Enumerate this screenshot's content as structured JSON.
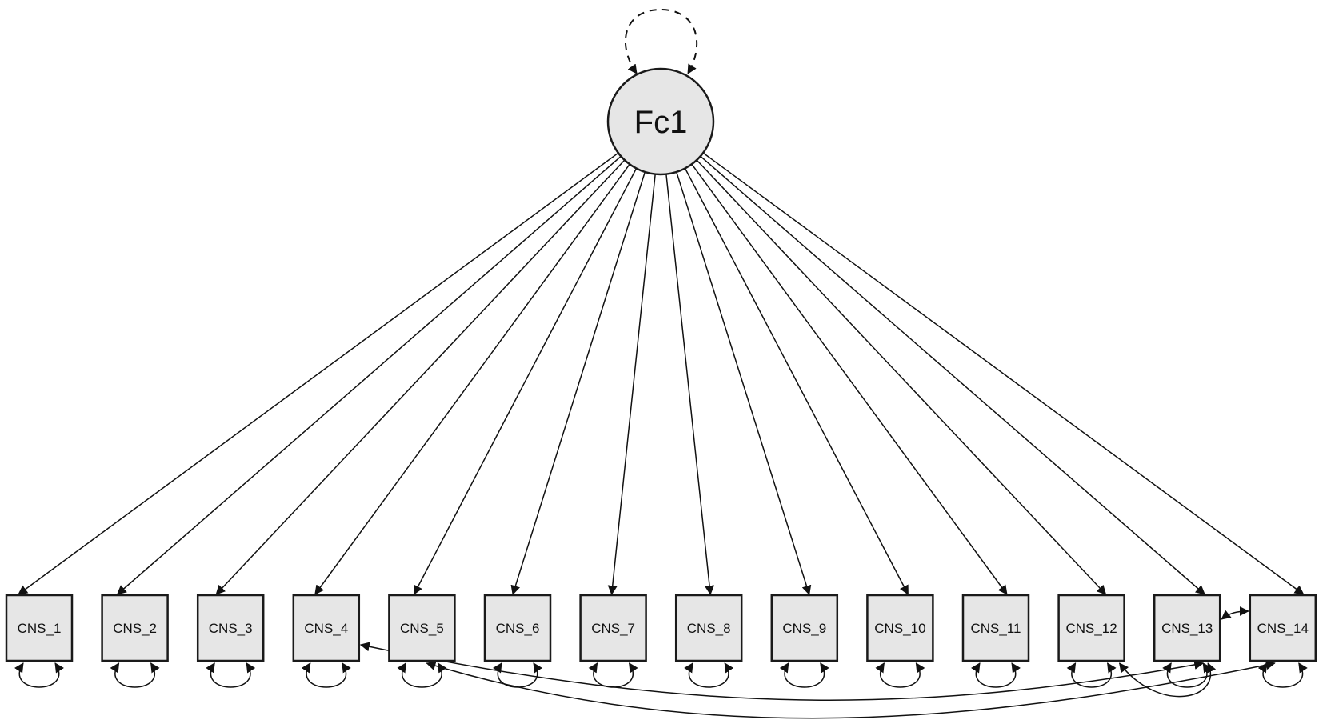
{
  "latent": {
    "label": "Fc1"
  },
  "indicators": [
    {
      "label": "CNS_1"
    },
    {
      "label": "CNS_2"
    },
    {
      "label": "CNS_3"
    },
    {
      "label": "CNS_4"
    },
    {
      "label": "CNS_5"
    },
    {
      "label": "CNS_6"
    },
    {
      "label": "CNS_7"
    },
    {
      "label": "CNS_8"
    },
    {
      "label": "CNS_9"
    },
    {
      "label": "CNS_10"
    },
    {
      "label": "CNS_11"
    },
    {
      "label": "CNS_12"
    },
    {
      "label": "CNS_13"
    },
    {
      "label": "CNS_14"
    }
  ],
  "covariances": [
    {
      "from": "CNS_4",
      "to": "CNS_13"
    },
    {
      "from": "CNS_5",
      "to": "CNS_14"
    },
    {
      "from": "CNS_12",
      "to": "CNS_13"
    },
    {
      "from": "CNS_13",
      "to": "CNS_14"
    }
  ],
  "colors": {
    "node_fill": "#e6e6e6",
    "stroke": "#111111",
    "background": "#ffffff"
  }
}
